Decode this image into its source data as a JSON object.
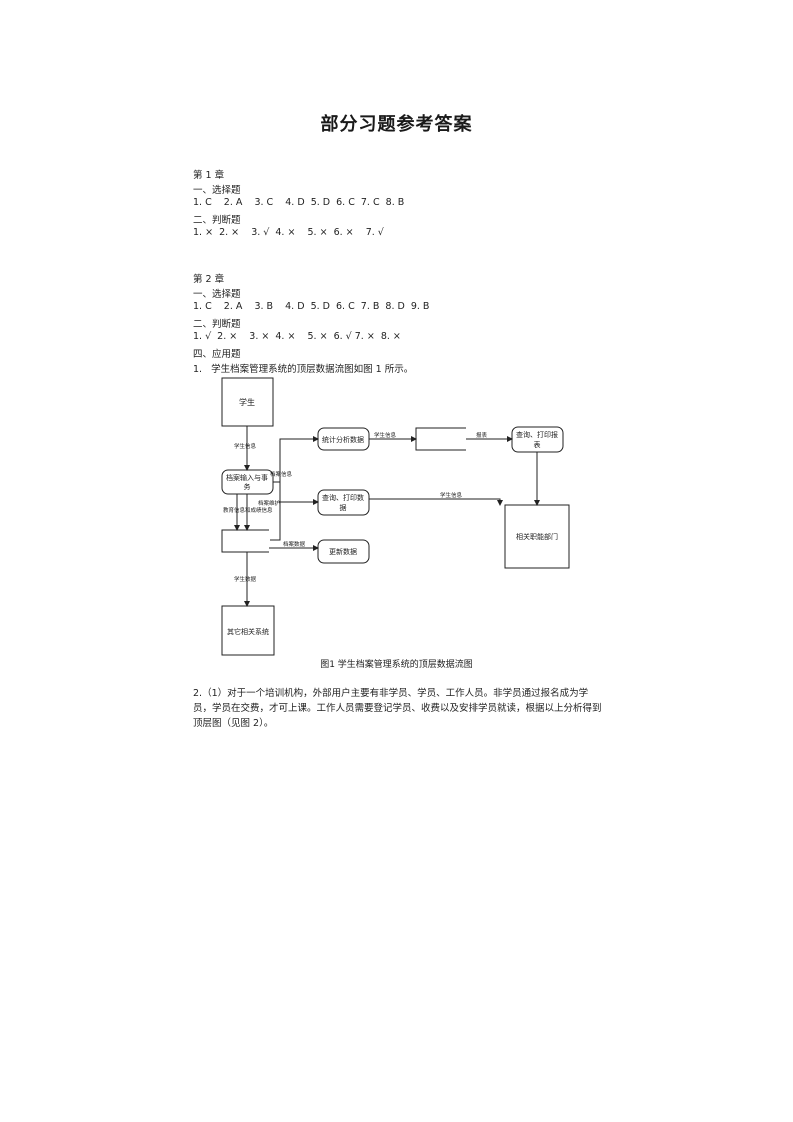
{
  "title": "部分习题参考答案",
  "ch1": {
    "heading": "第 1 章",
    "s1": "一、选择题",
    "a1": "1. C    2. A    3. C    4. D  5. D  6. C  7. C  8. B",
    "s2": "二、判断题",
    "a2": "1. ×  2. ×    3. √  4. ×    5. ×  6. ×    7. √"
  },
  "ch2": {
    "heading": "第 2 章",
    "s1": "一、选择题",
    "a1": "1. C    2. A    3. B    4. D  5. D  6. C  7. B  8. D  9. B",
    "s2": "二、判断题",
    "a2": "1. √  2. ×    3. ×  4. ×    5. ×  6. √ 7. ×  8. ×",
    "s4": "四、应用题",
    "q1": "1.   学生档案管理系统的顶层数据流图如图 1 所示。"
  },
  "diagram": {
    "student": "学生",
    "input_line1": "档案输入与事",
    "input_line2": "务",
    "stats": "统计分析数据",
    "query_print_line1": "查询、打印数",
    "query_print_line2": "据",
    "update": "更新数据",
    "report_line1": "查询、打印报",
    "report_line2": "表",
    "dept": "相关职能部门",
    "other": "其它相关系统",
    "lbl_student_info": "学生信息",
    "lbl_archive_info": "档案信息",
    "lbl_archive_maint": "档案维护",
    "lbl_edu_score": "教育信息和成绩信息",
    "lbl_stats_result": "学生信息",
    "lbl_report": "报表",
    "lbl_student_info2": "学生信息",
    "lbl_archive_data": "档案数据",
    "lbl_student_data": "学生数据",
    "caption": "图1  学生档案管理系统的顶层数据流图"
  },
  "q2": "2.（1）对于一个培训机构，外部用户主要有非学员、学员、工作人员。非学员通过报名成为学员，学员在交费，才可上课。工作人员需要登记学员、收费以及安排学员就读，根据以上分析得到顶层图（见图 2）。"
}
